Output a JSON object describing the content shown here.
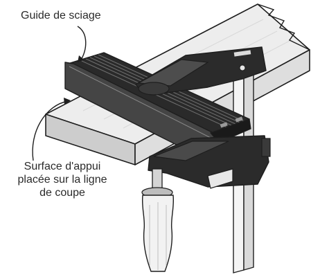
{
  "callouts": {
    "guide": "Guide de sciage",
    "surface_line1": "Surface d'appui",
    "surface_line2": "placée sur la ligne",
    "surface_line3": "de coupe"
  },
  "colors": {
    "outline": "#1e1e1e",
    "board_top": "#ececec",
    "board_side": "#cfcfcf",
    "guide_dark": "#3c3c3c",
    "guide_ribs": "#1a1a1a",
    "clamp_dark": "#2b2b2b",
    "clamp_mid": "#4a4a4a",
    "handle_light": "#f2f2f2",
    "bar_metal": "#f4f4f4"
  }
}
